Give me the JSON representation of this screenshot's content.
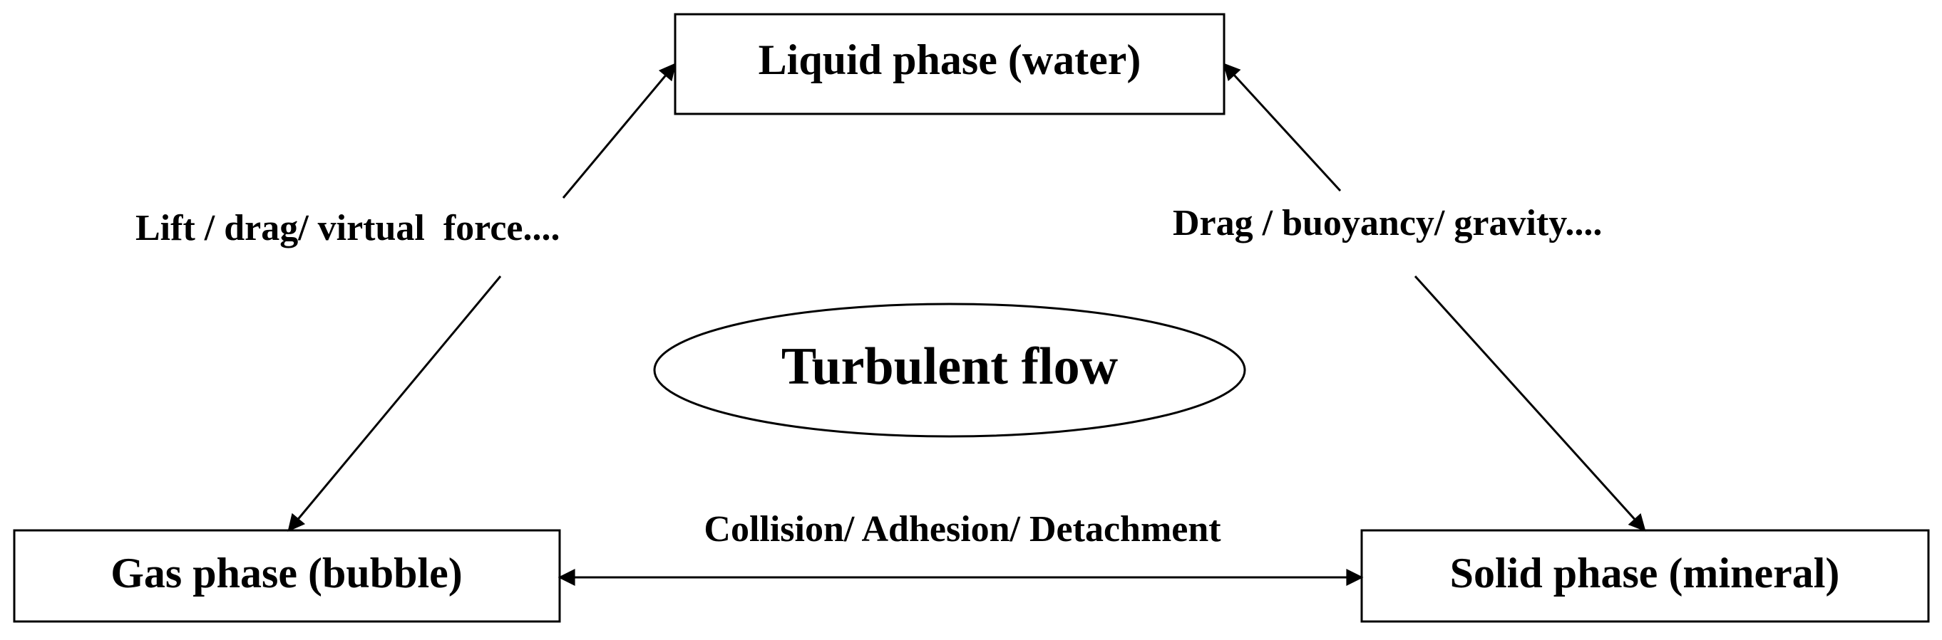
{
  "diagram": {
    "nodes": {
      "liquid": "Liquid phase (water)",
      "gas": "Gas phase (bubble)",
      "solid": "Solid phase (mineral)",
      "center": "Turbulent flow"
    },
    "edges": {
      "liquid_gas": "Lift / drag/ virtual  force....",
      "liquid_solid": "Drag / buoyancy/ gravity....",
      "gas_solid": "Collision/ Adhesion/ Detachment"
    },
    "colors": {
      "stroke": "#000000",
      "background": "#ffffff"
    }
  }
}
